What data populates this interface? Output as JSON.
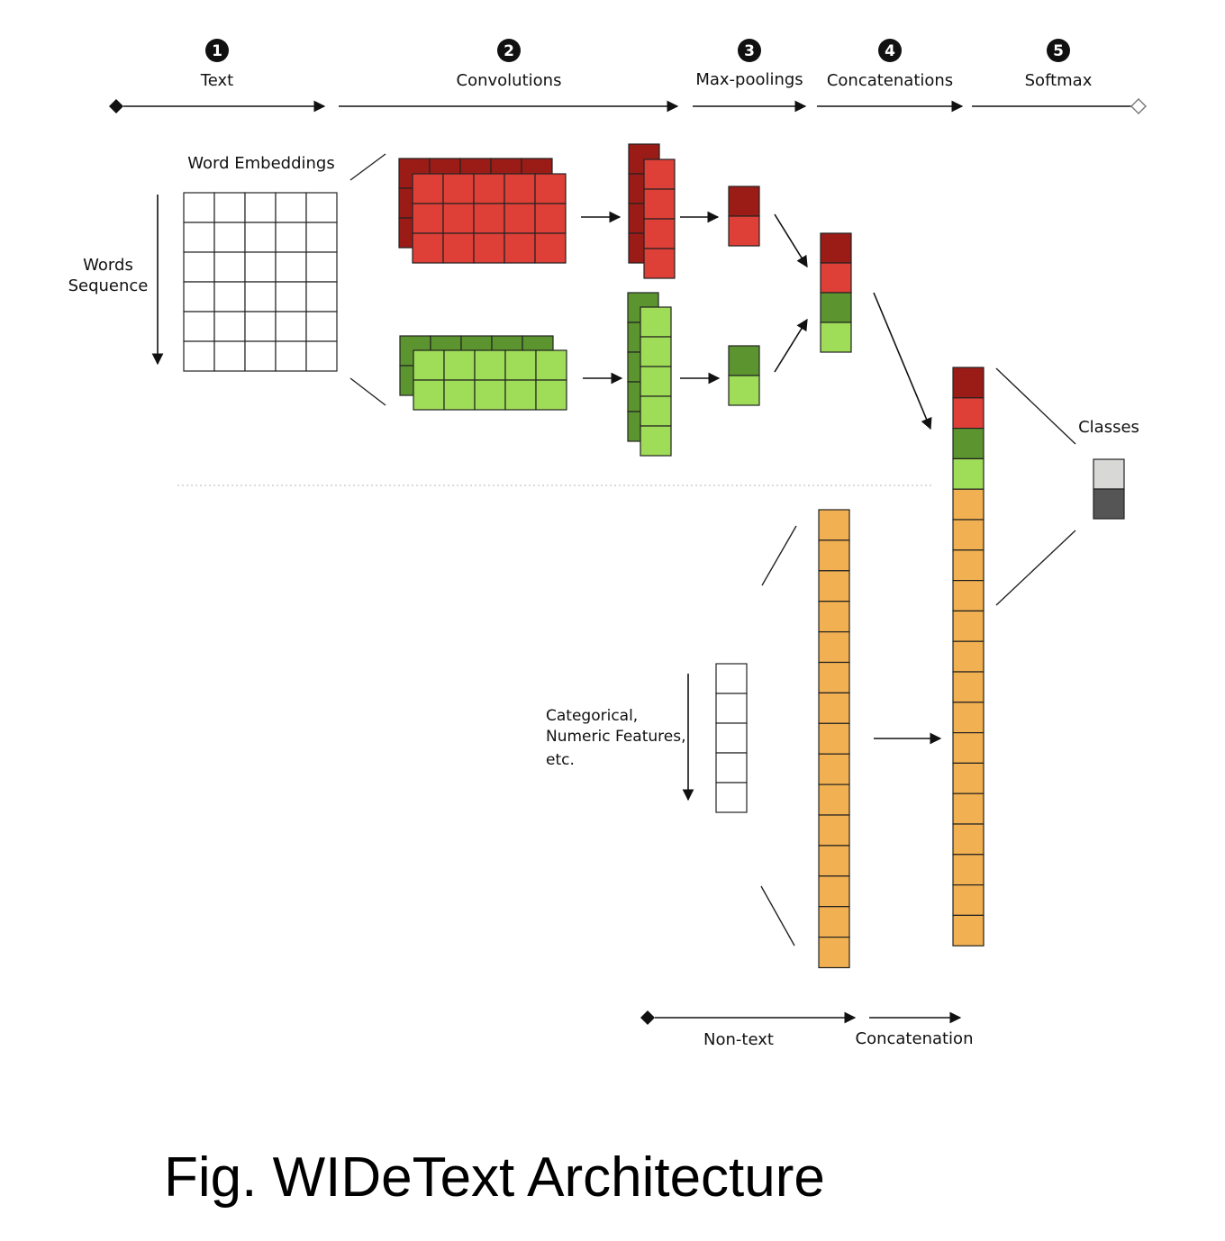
{
  "stages": [
    {
      "number": "1",
      "label": "Text"
    },
    {
      "number": "2",
      "label": "Convolutions"
    },
    {
      "number": "3",
      "label": "Max-poolings"
    },
    {
      "number": "4",
      "label": "Concatenations"
    },
    {
      "number": "5",
      "label": "Softmax"
    }
  ],
  "labels": {
    "word_embeddings": "Word Embeddings",
    "words_sequence_line1": "Words",
    "words_sequence_line2": "Sequence",
    "classes": "Classes",
    "features_line1": "Categorical,",
    "features_line2": "Numeric Features,",
    "features_line3": "etc.",
    "non_text": "Non-text",
    "concatenation": "Concatenation"
  },
  "caption": "Fig. WIDeText Architecture",
  "colors": {
    "dark_red": "#9b1c17",
    "red": "#de3f36",
    "dark_green": "#5c9530",
    "light_green": "#9fdc58",
    "orange": "#f1b051",
    "class_light": "#d8d8d6",
    "class_dark": "#555555",
    "stroke": "#222222"
  },
  "icons": [
    "black-circle-number-icon",
    "diamond-start-icon",
    "arrow-icon",
    "hollow-diamond-end-icon"
  ]
}
